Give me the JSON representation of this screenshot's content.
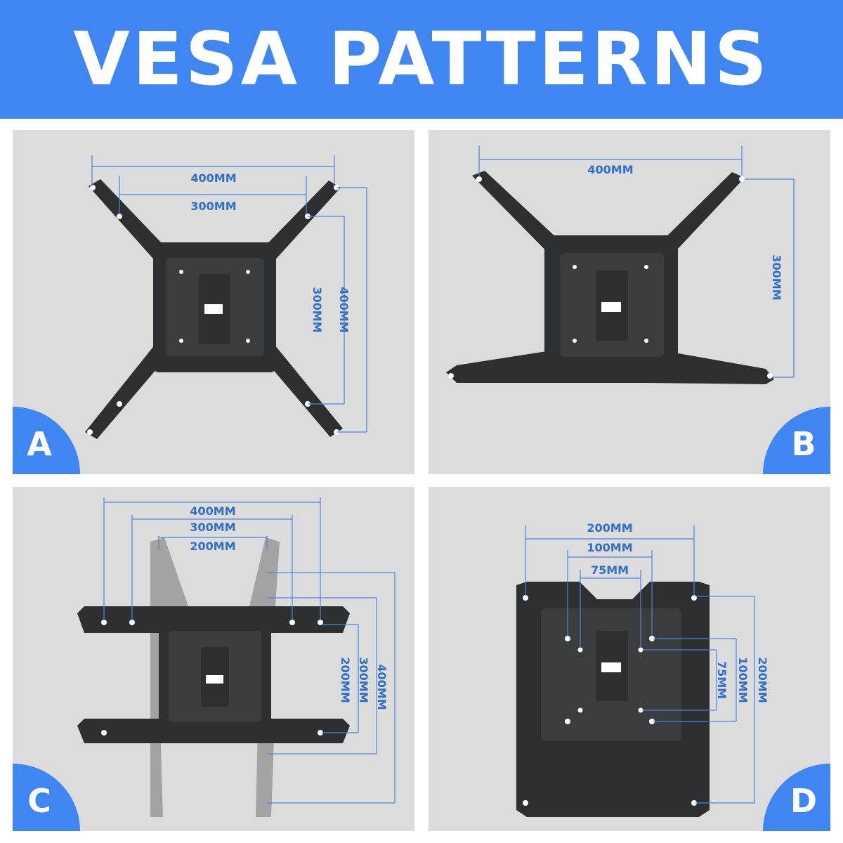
{
  "header": {
    "title": "VESA PATTERNS"
  },
  "panels": {
    "a": {
      "label": "A",
      "dims": {
        "h_outer": "400MM",
        "h_inner": "300MM",
        "v_inner": "300MM",
        "v_outer": "400MM"
      }
    },
    "b": {
      "label": "B",
      "dims": {
        "h": "400MM",
        "v": "300MM"
      }
    },
    "c": {
      "label": "C",
      "dims": {
        "h_400": "400MM",
        "h_300": "300MM",
        "h_200": "200MM",
        "v_200": "200MM",
        "v_300": "300MM",
        "v_400": "400MM"
      }
    },
    "d": {
      "label": "D",
      "dims": {
        "h_200": "200MM",
        "h_100": "100MM",
        "h_75": "75MM",
        "v_75": "75MM",
        "v_100": "100MM",
        "v_200": "200MM"
      }
    }
  },
  "colors": {
    "accent": "#3f86f2",
    "dimension": "#2f6fc8",
    "panel_bg": "#dcdcdc",
    "metal": "#2e2f31"
  }
}
